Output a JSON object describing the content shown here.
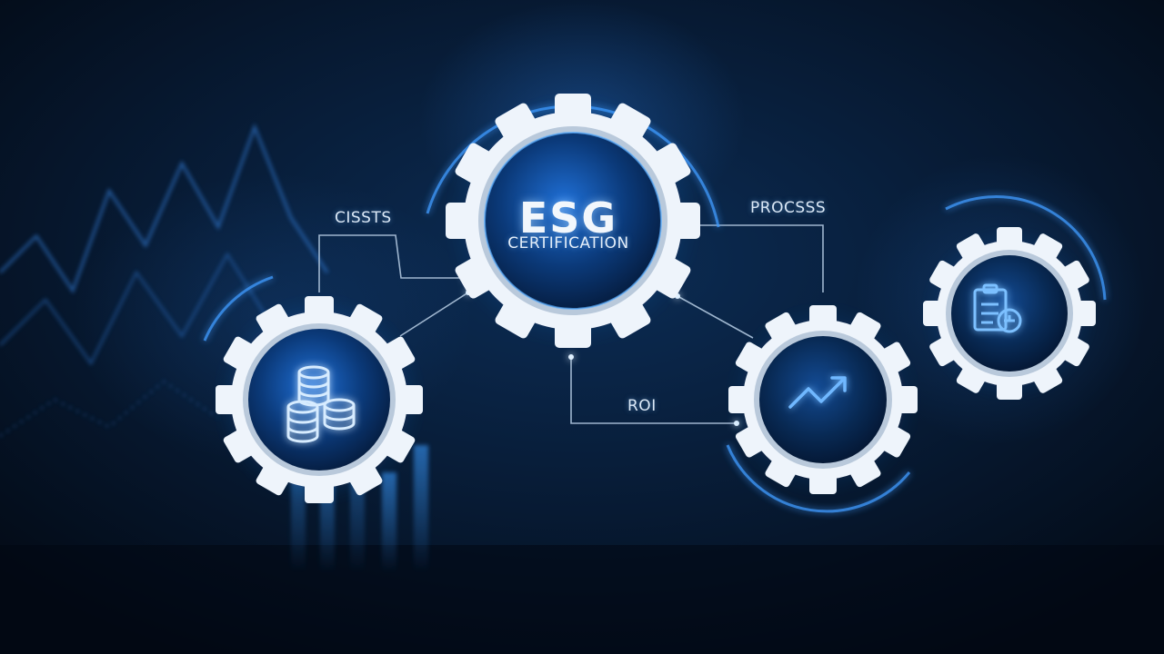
{
  "labels": {
    "center_title": "ESG",
    "center_subtitle": "CERTIFICATION",
    "costs": "CISSTS",
    "process": "PROCSSS",
    "roi": "ROI"
  },
  "icons": {
    "left_gear": "coins-stack-icon",
    "right_gear": "growth-trend-arrow-icon",
    "far_right_gear": "clipboard-report-icon",
    "background": "line-chart-and-bars-graphic"
  },
  "colors": {
    "background": "#04101f",
    "glow": "#2f8bff",
    "gear": "#eef4fb",
    "icon": "#cfe6ff",
    "connector": "#9fb6cf"
  }
}
